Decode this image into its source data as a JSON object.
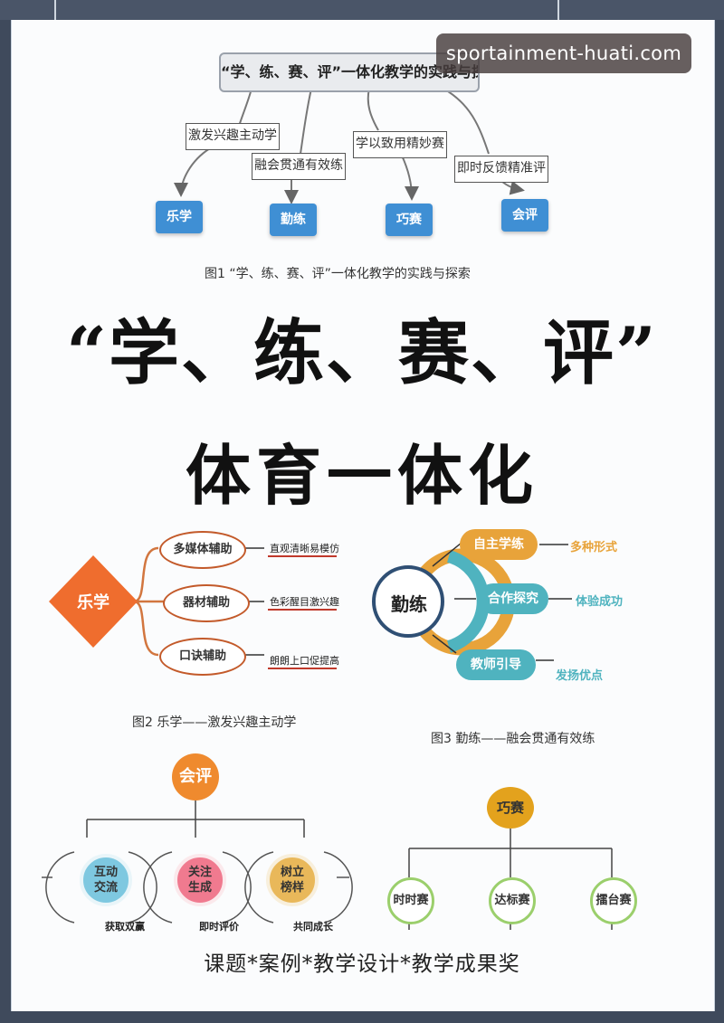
{
  "watermark": "sportainment-huati.com",
  "fig1": {
    "title": "“学、练、赛、评”一体化教学的实践与探索",
    "labels": [
      "激发兴趣主动学",
      "融会贯通有效练",
      "学以致用精妙赛",
      "即时反馈精准评"
    ],
    "nodes": [
      "乐学",
      "勤练",
      "巧赛",
      "会评"
    ],
    "caption": "图1 “学、练、赛、评”一体化教学的实践与探索"
  },
  "headline": {
    "line1": "“学、练、赛、评”",
    "line2": "体育一体化"
  },
  "fig2": {
    "center": "乐学",
    "items": [
      {
        "label": "多媒体辅助",
        "detail": "直观清晰易模仿"
      },
      {
        "label": "器材辅助",
        "detail": "色彩醒目激兴趣"
      },
      {
        "label": "口诀辅助",
        "detail": "朗朗上口促提高"
      }
    ],
    "caption": "图2 乐学——激发兴趣主动学"
  },
  "fig3": {
    "center": "勤练",
    "items": [
      {
        "label": "自主学练",
        "detail": "多种形式"
      },
      {
        "label": "合作探究",
        "detail": "体验成功"
      },
      {
        "label": "教师引导",
        "detail": "发扬优点"
      }
    ],
    "caption": "图3 勤练——融会贯通有效练",
    "colors": {
      "orange": "#e8a33a",
      "teal": "#4fb3bf",
      "navy": "#2f4f74"
    }
  },
  "fig4": {
    "center": "会评",
    "items": [
      {
        "label": "互动交流",
        "detail": "获取双赢"
      },
      {
        "label": "关注生成",
        "detail": "即时评价"
      },
      {
        "label": "树立榜样",
        "detail": "共同成长"
      }
    ]
  },
  "fig5": {
    "center": "巧赛",
    "items": [
      "时时赛",
      "达标赛",
      "擂台赛"
    ]
  },
  "footer": "课题*案例*教学设计*教学成果奖"
}
